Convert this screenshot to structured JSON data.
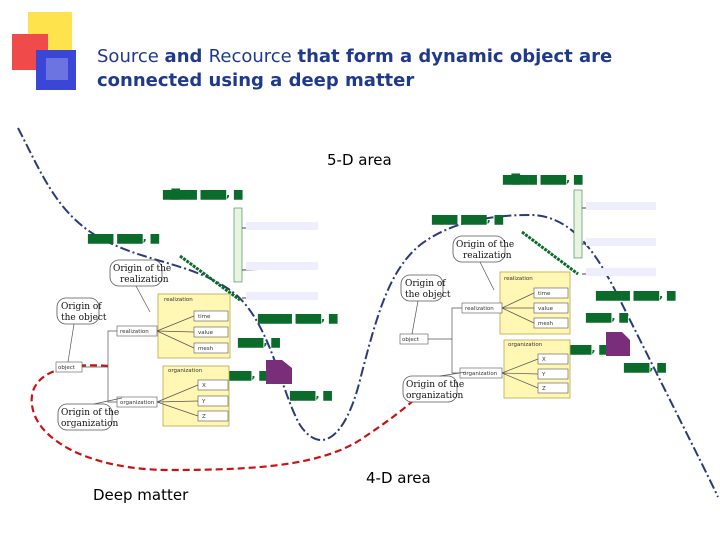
{
  "title": {
    "part1": "Source ",
    "part2": "and ",
    "part3": "Recource ",
    "part4": "that form a dynamic object are connected using a deep matter"
  },
  "labels": {
    "area_5d": "5-D area",
    "area_4d": "4-D area",
    "deep_matter": "Deep matter"
  },
  "left_diagram": {
    "origin_realization": [
      "Origin of the",
      "realization"
    ],
    "origin_object": [
      "Origin of",
      "the object"
    ],
    "origin_organization": [
      "Origin of the",
      "organization"
    ],
    "realization": "realization",
    "organization": "organization",
    "object": "object",
    "fields_top": [
      "time",
      "value",
      "mesh"
    ],
    "fields_bottom": [
      "X",
      "Y",
      "Z"
    ]
  },
  "right_diagram": {
    "origin_realization": [
      "Origin of the",
      "realization"
    ],
    "origin_object": [
      "Origin of",
      "the object"
    ],
    "origin_organization": [
      "Origin of the",
      "organization"
    ],
    "realization": "realization",
    "organization": "organization",
    "object": "object",
    "fields_top": [
      "time",
      "value",
      "mesh"
    ],
    "fields_bottom": [
      "X",
      "Y",
      "Z"
    ]
  },
  "colors": {
    "title": "#1f3a8a",
    "curve": "#2b3a7a",
    "deep_matter": "#cc1111",
    "panel": "#fff7b3",
    "accent_green": "#0a6b2a",
    "block_purple": "#7a2d78"
  }
}
